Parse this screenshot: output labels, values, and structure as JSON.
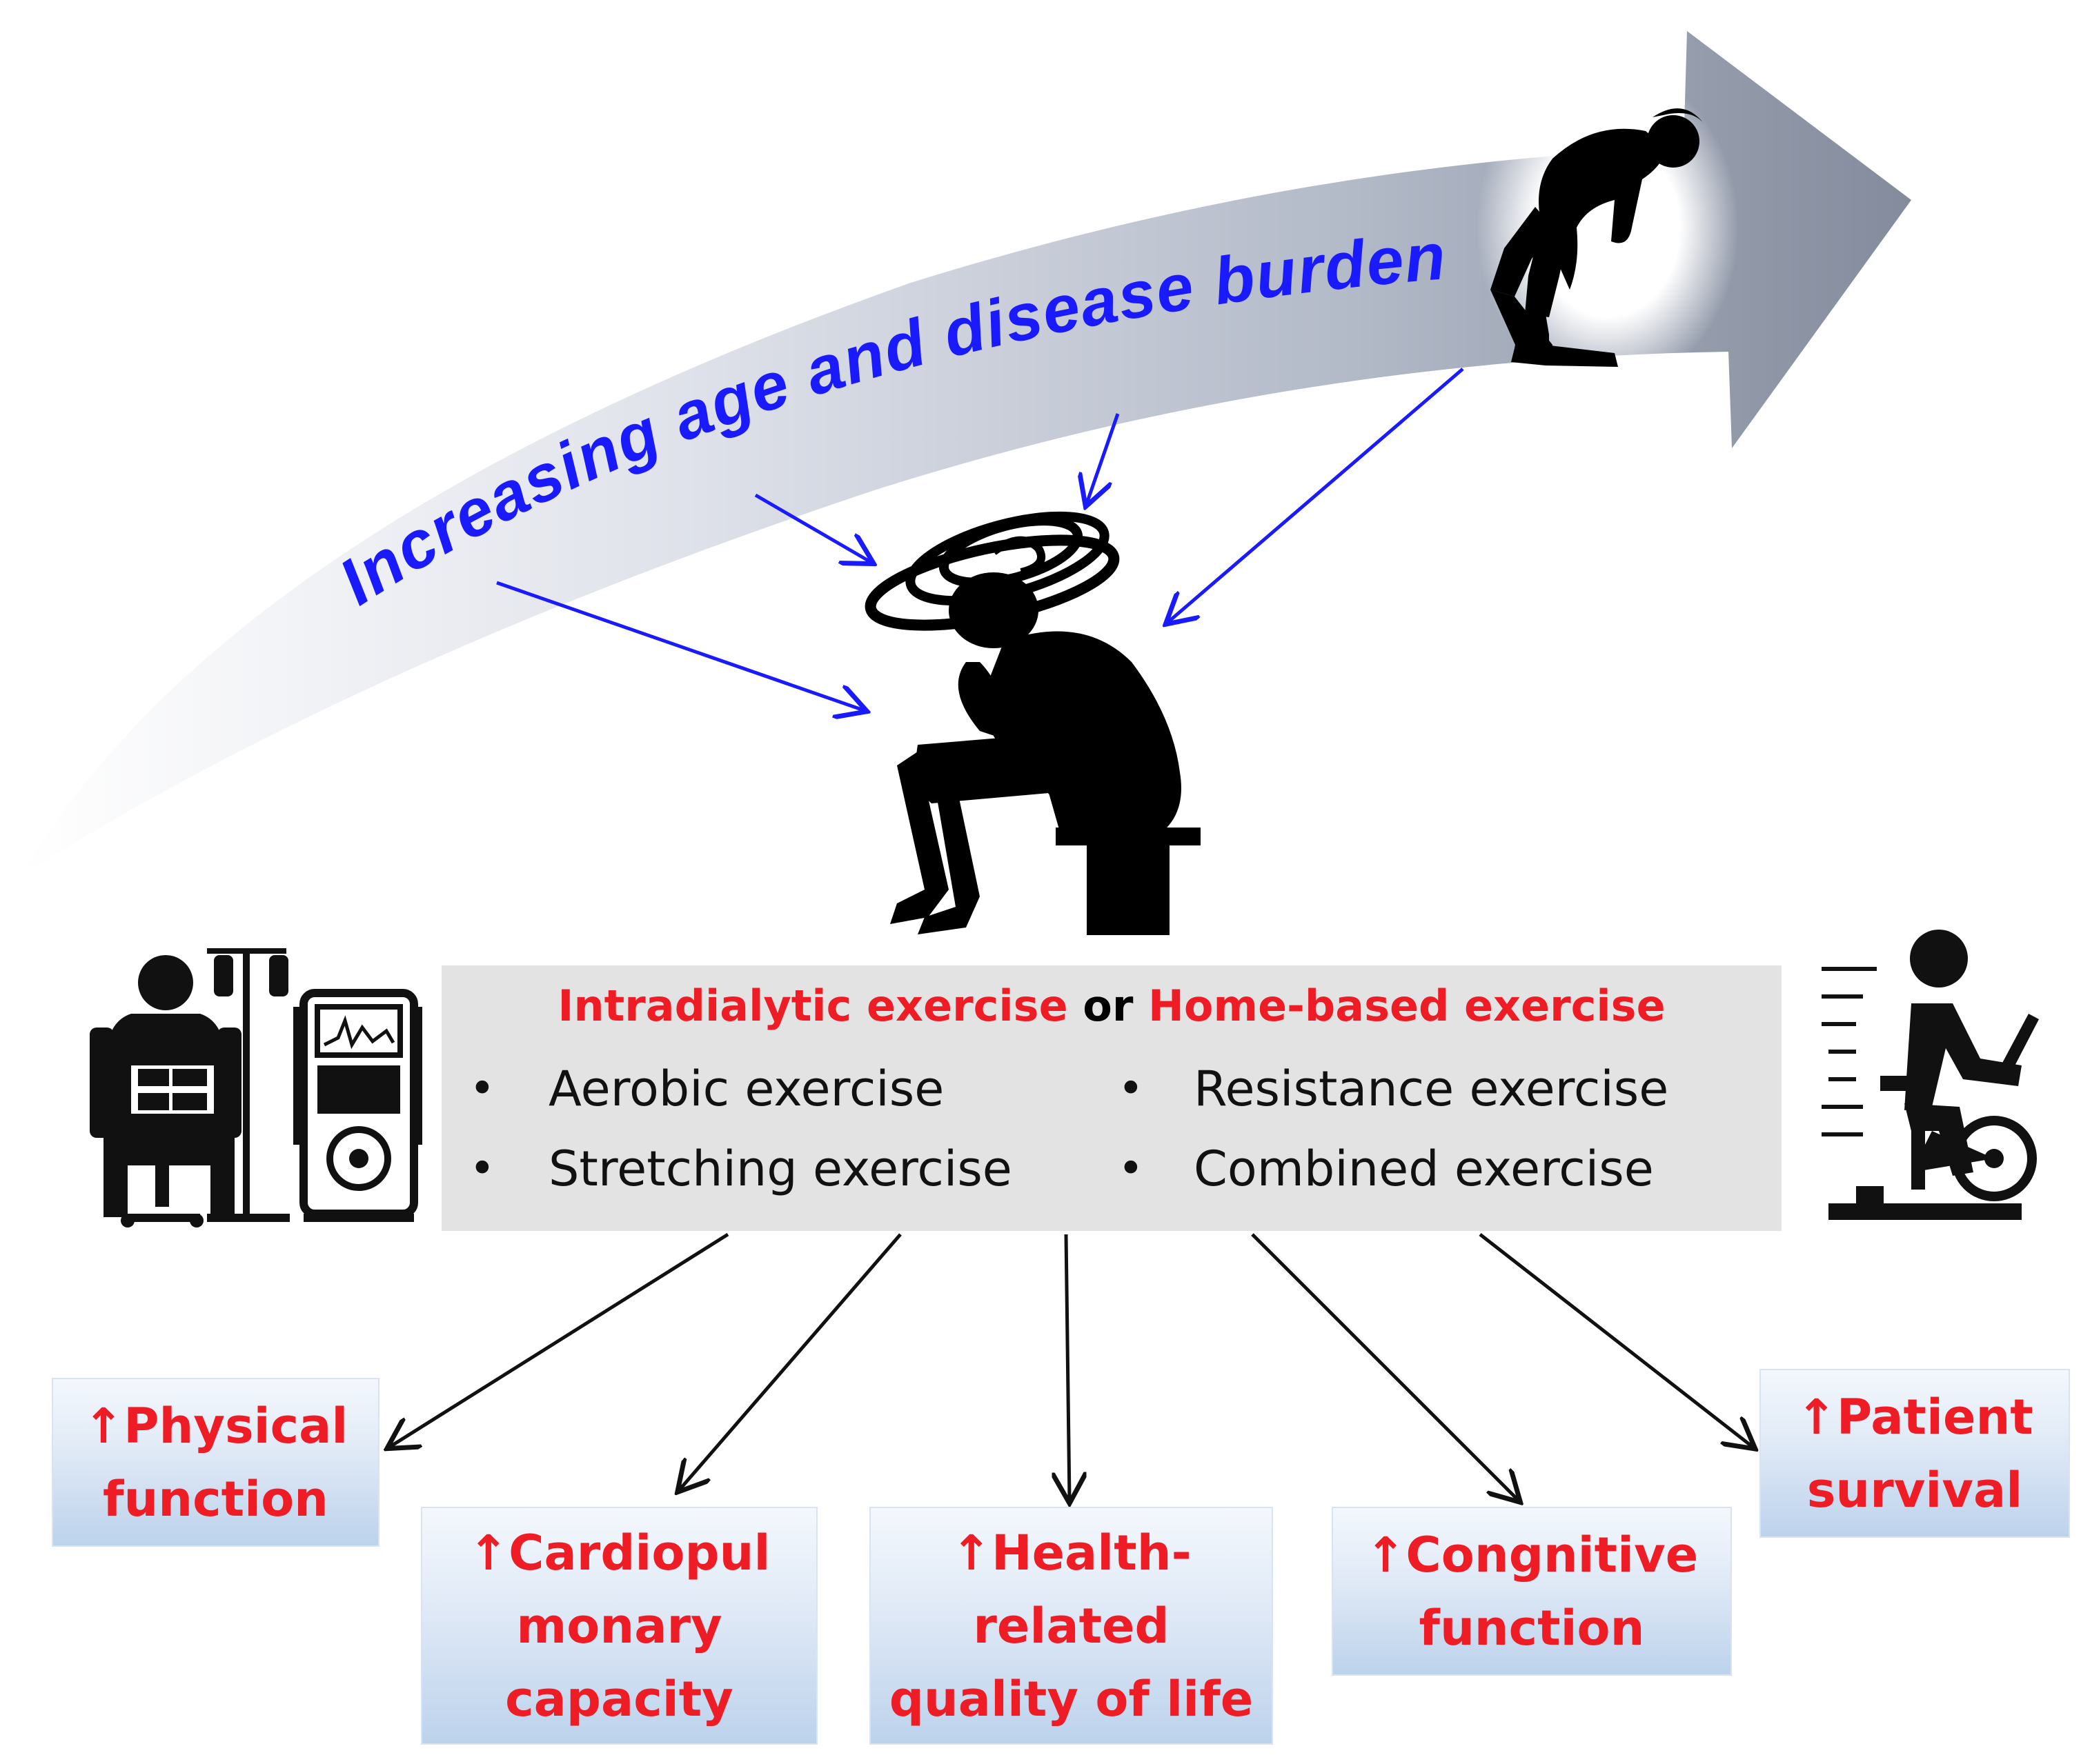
{
  "arrow_label": "Increasing  age  and  disease  burden",
  "exercise_box": {
    "intradialytic": "Intradialytic exercise",
    "connector": "or",
    "home_based": "Home-based exercise",
    "items": [
      "Aerobic exercise",
      "Resistance exercise",
      "Stretching exercise",
      "Combined exercise"
    ]
  },
  "outcomes": [
    "↑Physical\nfunction",
    "↑Cardiopul\nmonary\ncapacity",
    "↑Health-\nrelated\nquality of life",
    "↑Congnitive\nfunction",
    "↑Patient\nsurvival"
  ],
  "colors": {
    "accent_red": "#ee1c25",
    "label_blue": "#1a1aff",
    "arrow_gray": "#8a94a6",
    "box_gray": "#e3e3e3",
    "outcome_blue": "#bcd2ec"
  },
  "icons": [
    "sick-walking-person-icon",
    "sitting-distressed-person-icon",
    "dialysis-patient-icon",
    "dialysis-machine-icon",
    "exercise-bike-rider-icon"
  ]
}
